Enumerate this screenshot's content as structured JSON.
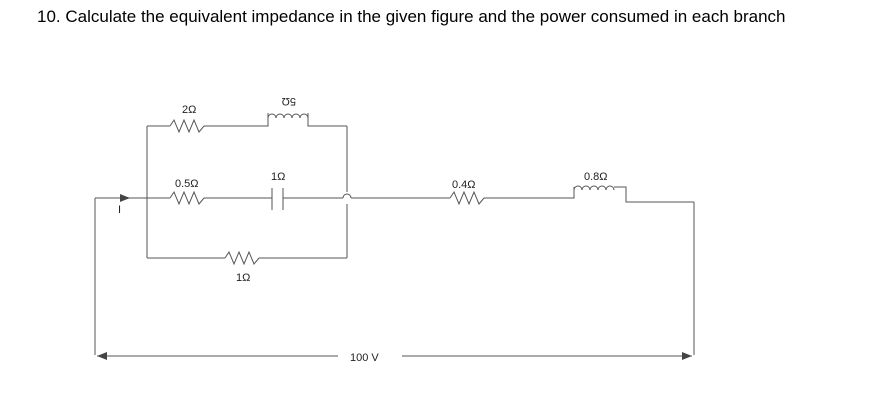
{
  "question": {
    "text": "10. Calculate the equivalent impedance in the given figure and the power consumed in each branch"
  },
  "circuit": {
    "top_resistor_label": "2Ω",
    "top_inductor_label": "5Ω",
    "middle_resistor_label": "0.5Ω",
    "middle_capacitor_label": "1Ω",
    "bottom_resistor_label": "1Ω",
    "series_resistor_label": "0.4Ω",
    "series_inductor_label": "0.8Ω",
    "current_label": "I",
    "voltage_label": "100 V",
    "colors": {
      "wire": "#555555",
      "arrow": "#444444"
    }
  }
}
